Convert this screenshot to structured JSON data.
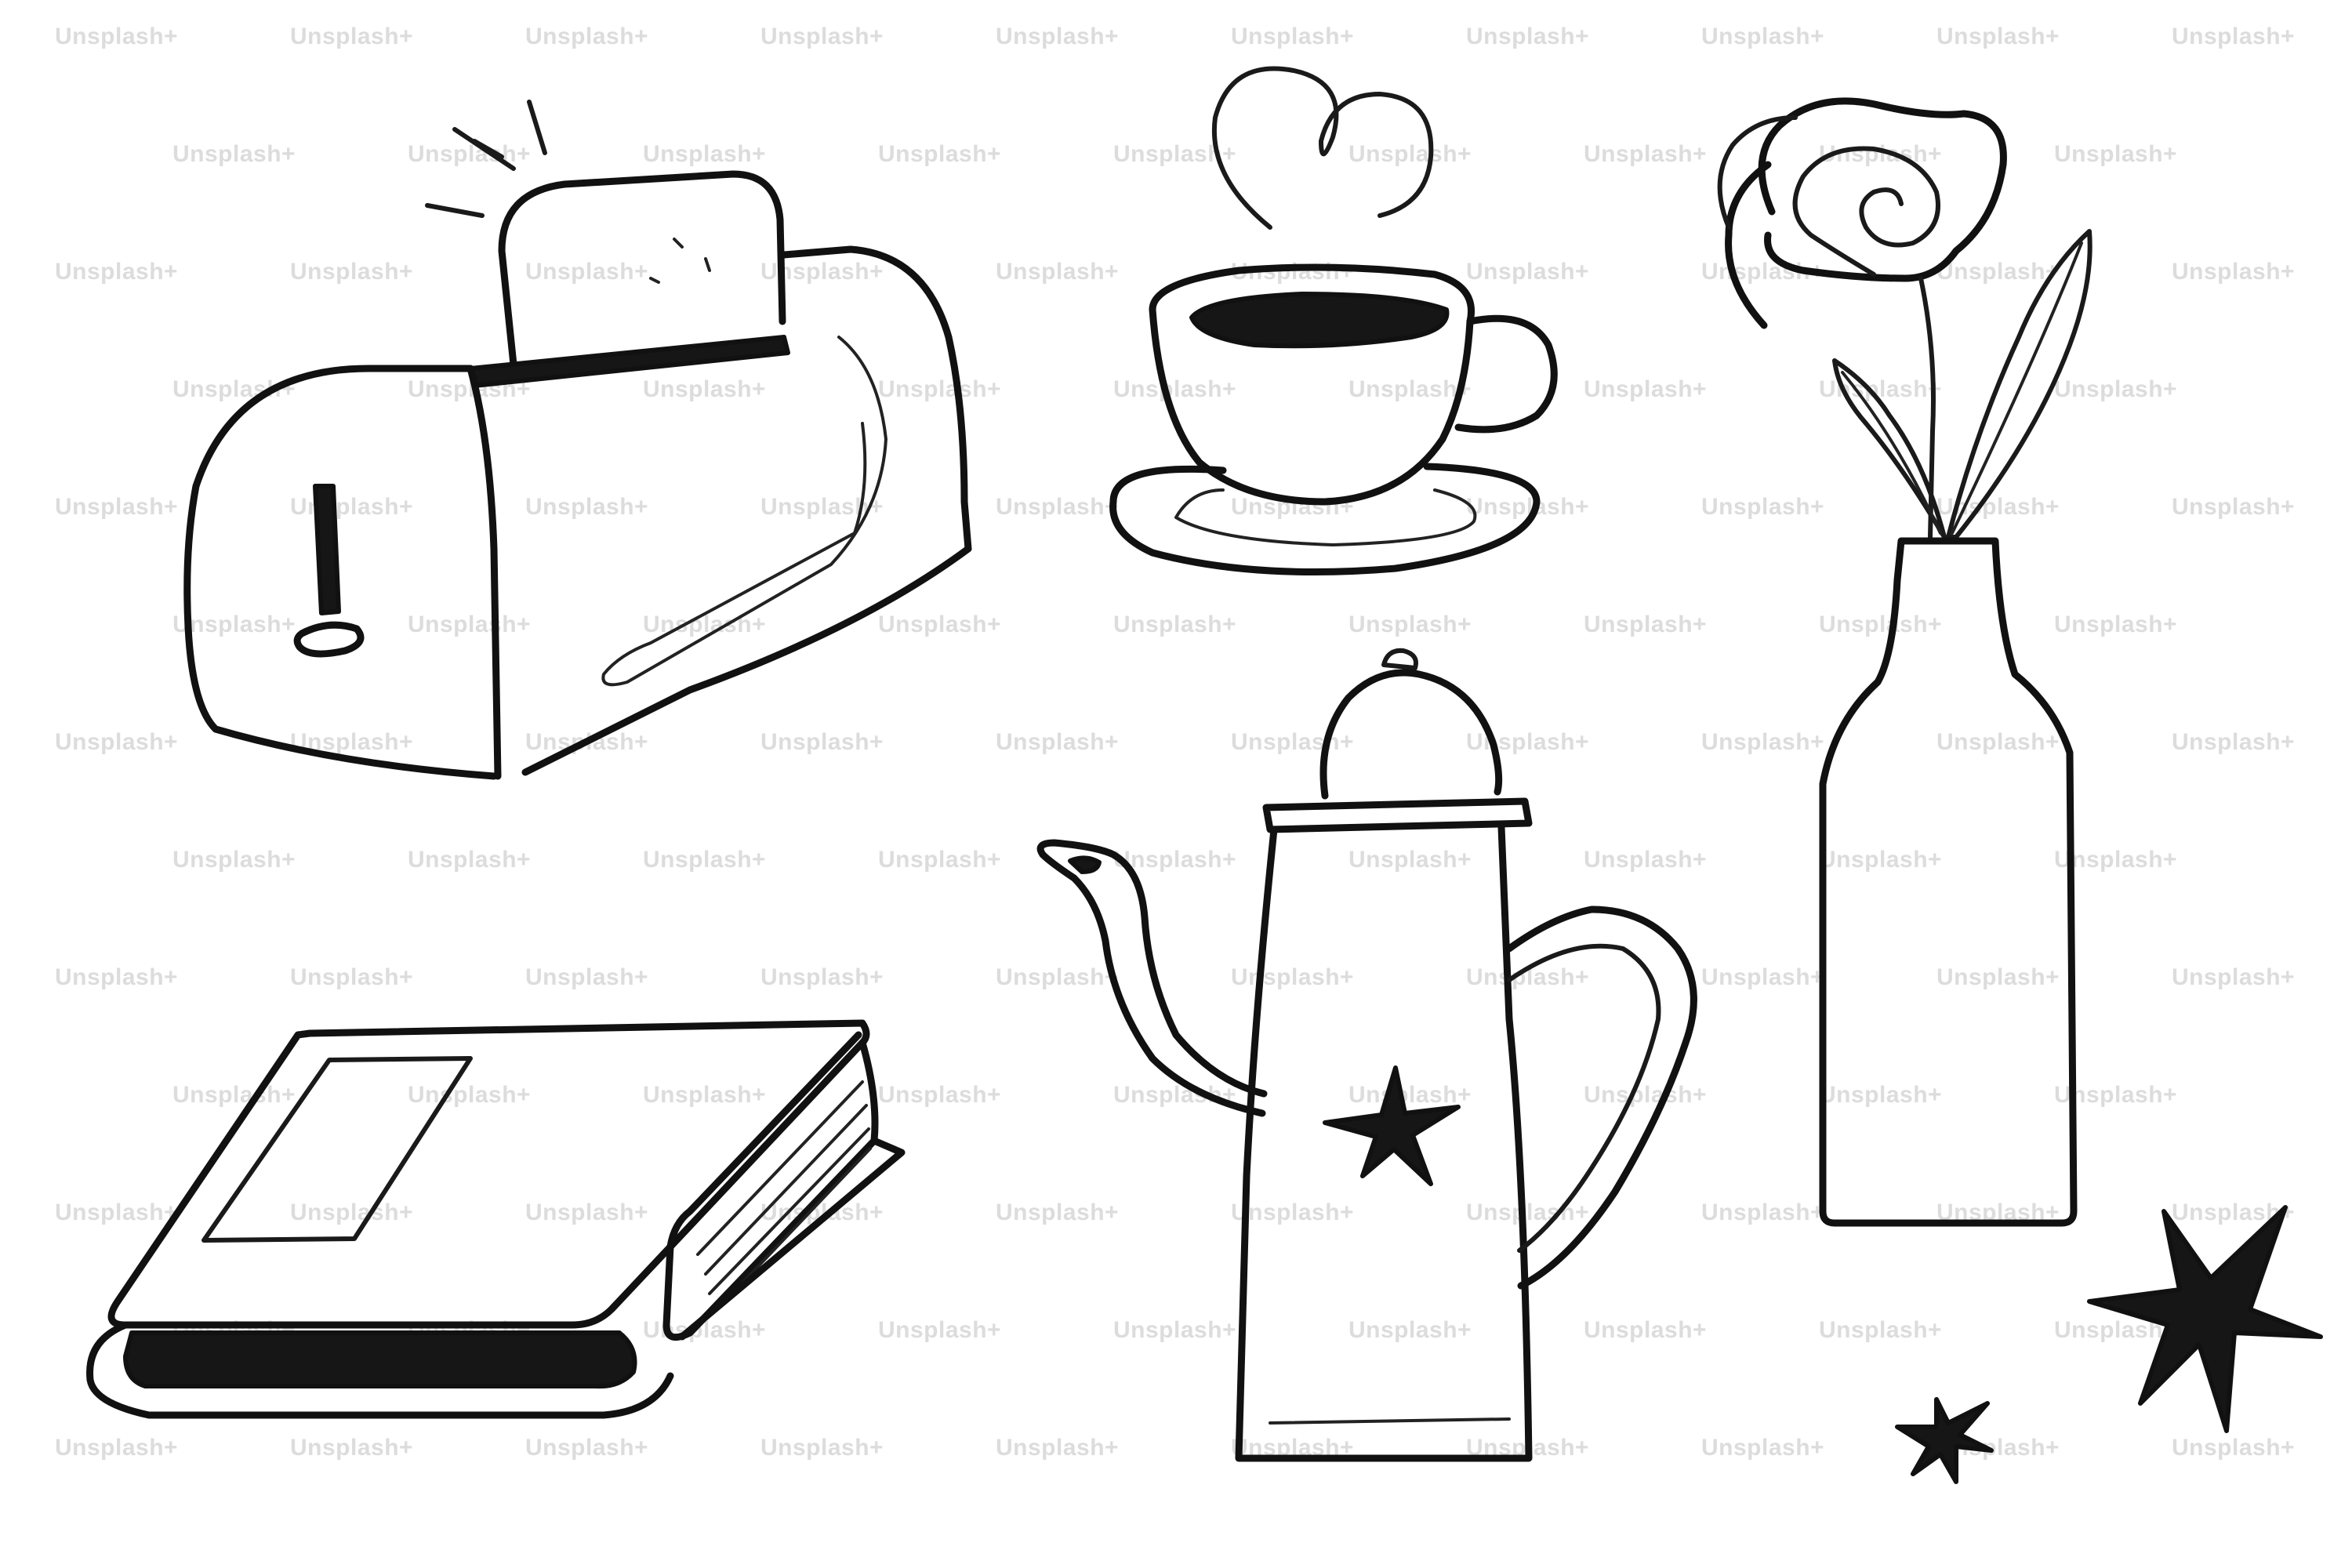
{
  "watermark": {
    "text": "Unsplash+",
    "color": "#dcdcdc"
  },
  "colors": {
    "background": "#ffffff",
    "ink": "#111111"
  },
  "illustrations": [
    {
      "name": "toaster",
      "icon": "toaster-icon"
    },
    {
      "name": "coffee-cup",
      "icon": "coffee-cup-icon"
    },
    {
      "name": "flower-vase",
      "icon": "flower-vase-icon"
    },
    {
      "name": "book",
      "icon": "book-icon"
    },
    {
      "name": "coffee-pot",
      "icon": "coffee-pot-icon"
    },
    {
      "name": "stars",
      "icon": "star-icon"
    }
  ]
}
